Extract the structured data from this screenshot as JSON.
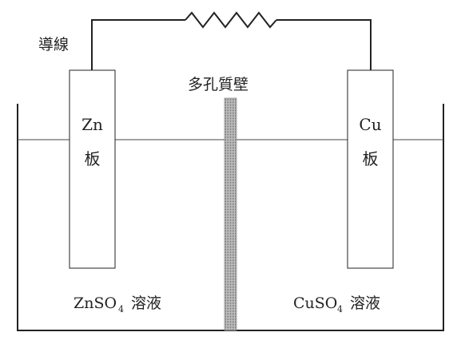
{
  "labels": {
    "wire": "導線",
    "porous_wall": "多孔質壁",
    "zn_plate_line1": "Zn",
    "zn_plate_line2": "板",
    "cu_plate_line1": "Cu",
    "cu_plate_line2": "板",
    "left_solution_formula": "ZnSO",
    "left_solution_subscript": "4",
    "left_solution_name": "溶液",
    "right_solution_formula": "CuSO",
    "right_solution_subscript": "4",
    "right_solution_name": "溶液"
  },
  "colors": {
    "line": "#222222",
    "porous_fill": "#9a9a9a",
    "background": "#ffffff"
  }
}
